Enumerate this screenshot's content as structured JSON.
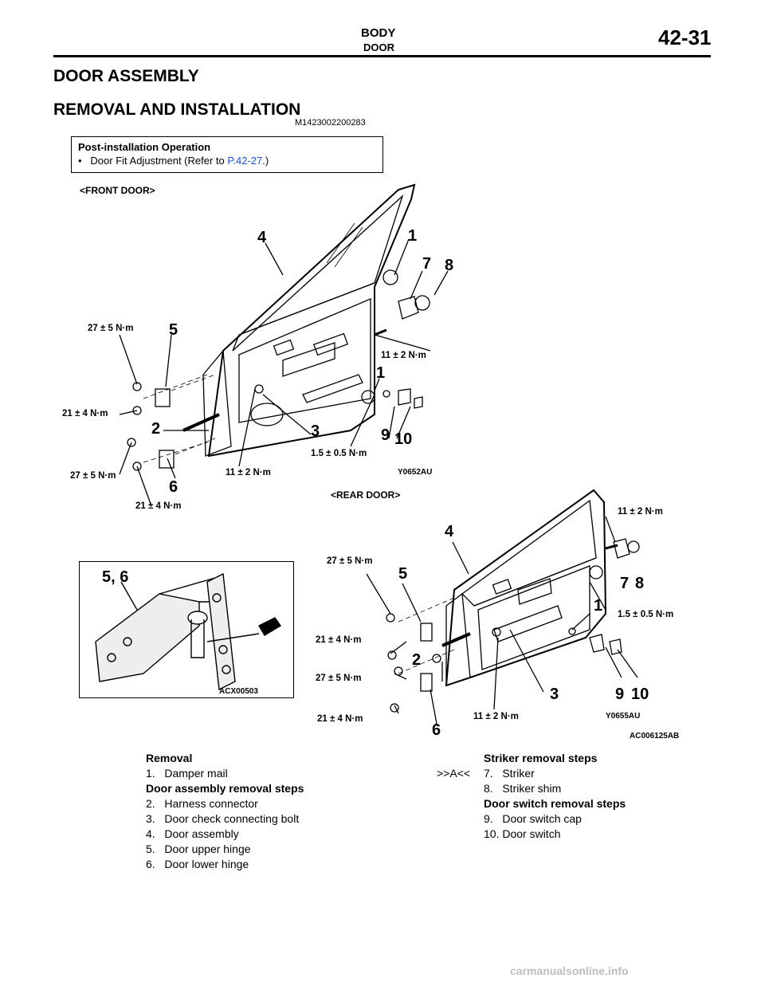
{
  "header": {
    "section": "BODY",
    "subsection": "DOOR",
    "page": "42-31"
  },
  "title": "DOOR ASSEMBLY",
  "subtitle": "REMOVAL AND INSTALLATION",
  "doc_code": "M1423002200283",
  "post_install": {
    "title": "Post-installation Operation",
    "bullet": "•",
    "item_prefix": "Door Fit Adjustment (Refer to ",
    "item_link": "P.42-27",
    "item_suffix": ".)"
  },
  "front_door": {
    "label": "<FRONT DOOR>",
    "figure_code": "Y0652AU",
    "callouts": [
      "4",
      "1",
      "7",
      "8",
      "5",
      "1",
      "2",
      "3",
      "9",
      "10",
      "6"
    ],
    "torques": [
      "27 ± 5 N·m",
      "11 ± 2 N·m",
      "21 ± 4 N·m",
      "1.5 ± 0.5 N·m",
      "27 ± 5 N·m",
      "11 ± 2 N·m",
      "21 ± 4 N·m"
    ]
  },
  "rear_door": {
    "label": "<REAR DOOR>",
    "figure_code": "Y0655AU",
    "callouts": [
      "4",
      "5",
      "1",
      "7",
      "8",
      "2",
      "3",
      "9",
      "10",
      "6"
    ],
    "torques": [
      "11 ± 2 N·m",
      "27 ± 5 N·m",
      "1.5 ± 0.5 N·m",
      "21 ± 4 N·m",
      "27 ± 5 N·m",
      "21 ± 4 N·m",
      "11 ± 2 N·m"
    ]
  },
  "inset": {
    "callout": "5, 6",
    "figure_code": "ACX00503"
  },
  "overall_figure_code": "AC006125AB",
  "removal_list": {
    "heading": "Removal",
    "items": [
      "1.   Damper mail"
    ],
    "subheading": "Door assembly removal steps",
    "steps": [
      "2.   Harness connector",
      "3.   Door check connecting bolt",
      "4.   Door assembly",
      "5.   Door upper hinge",
      "6.   Door lower hinge"
    ]
  },
  "striker_list": {
    "marker": ">>A<<",
    "heading": "Striker removal steps",
    "items": [
      "7.   Striker",
      "8.   Striker shim"
    ],
    "subheading": "Door switch removal steps",
    "steps": [
      "9.   Door switch cap",
      "10. Door switch"
    ]
  },
  "footer": "carmanualsonline.info"
}
